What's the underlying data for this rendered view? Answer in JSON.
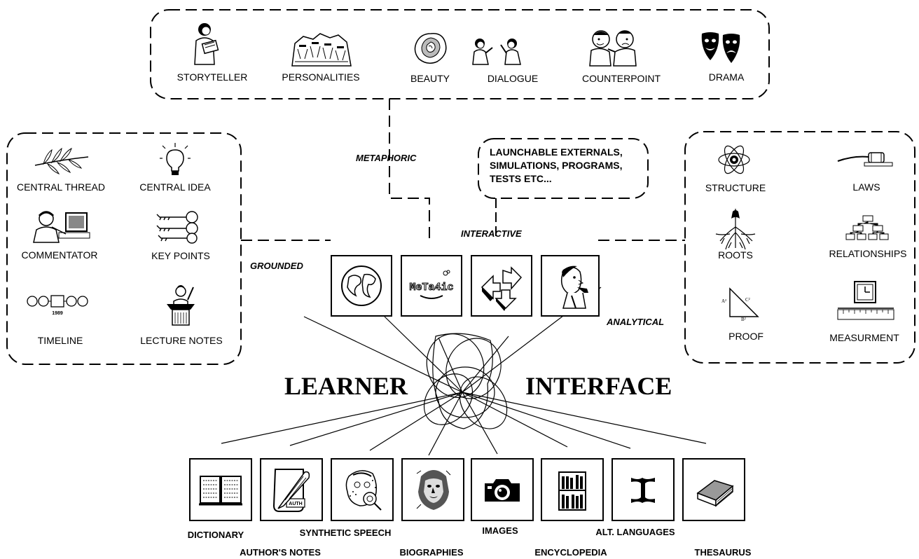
{
  "metaphoric": {
    "label": "METAPHORIC",
    "items": [
      "STORYTELLER",
      "PERSONALITIES",
      "BEAUTY",
      "DIALOGUE",
      "COUNTERPOINT",
      "DRAMA"
    ]
  },
  "grounded": {
    "label": "GROUNDED",
    "items": [
      "CENTRAL THREAD",
      "CENTRAL IDEA",
      "COMMENTATOR",
      "KEY POINTS",
      "TIMELINE",
      "LECTURE NOTES"
    ],
    "timeline_year": "1989"
  },
  "analytical": {
    "label": "ANALYTICAL",
    "items": [
      "STRUCTURE",
      "LAWS",
      "ROOTS",
      "RELATIONSHIPS",
      "PROOF",
      "MEASURMENT"
    ]
  },
  "interactive": {
    "label": "INTERACTIVE",
    "externals": [
      "LAUNCHABLE EXTERNALS,",
      "SIMULATIONS, PROGRAMS,",
      "TESTS ETC..."
    ]
  },
  "center": {
    "left_word": "LEARNER",
    "right_word": "INTERFACE",
    "metaphor_logo": "MeTa4ic"
  },
  "tools": [
    "DICTIONARY",
    "AUTHOR'S NOTES",
    "SYNTHETIC SPEECH",
    "BIOGRAPHIES",
    "IMAGES",
    "ENCYCLOPEDIA",
    "ALT. LANGUAGES",
    "THESAURUS"
  ],
  "icons": {
    "metaphoric": [
      "storyteller-icon",
      "personalities-icon",
      "rose-icon",
      "dialogue-icon",
      "counterpoint-icon",
      "drama-masks-icon"
    ],
    "grounded": [
      "branch-icon",
      "lightbulb-icon",
      "commentator-icon",
      "keys-icon",
      "timeline-icon",
      "lectern-icon"
    ],
    "analytical": [
      "atom-icon",
      "gavel-icon",
      "roots-icon",
      "hierarchy-icon",
      "triangle-icon",
      "clock-ruler-icon"
    ],
    "guides": [
      "globe-icon",
      "metaphor-logo-icon",
      "arrows-icon",
      "thinker-icon"
    ],
    "tools": [
      "open-book-icon",
      "quill-scroll-icon",
      "speaking-head-icon",
      "portrait-icon",
      "camera-icon",
      "bookshelf-icon",
      "i-beam-icon",
      "closed-book-icon"
    ]
  }
}
